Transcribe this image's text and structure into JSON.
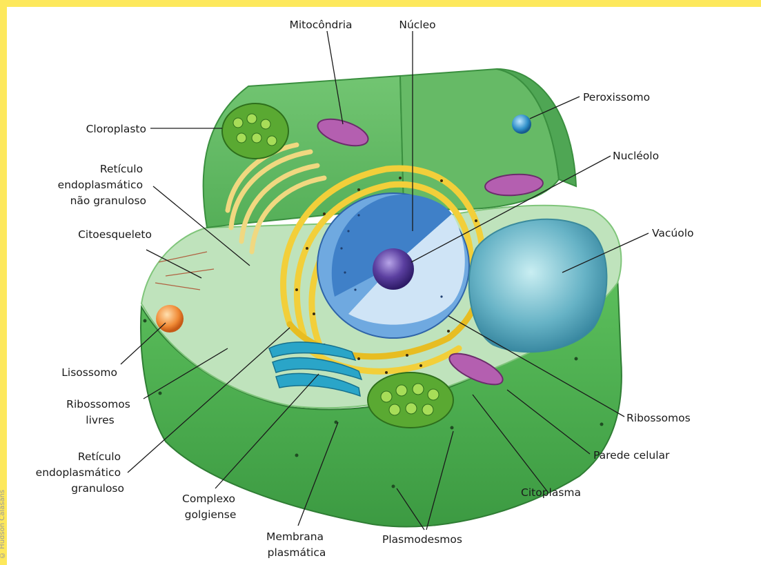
{
  "credit": "© Hudson Calasans",
  "labels": {
    "mitocondria": "Mitocôndria",
    "nucleo": "Núcleo",
    "peroxissomo": "Peroxissomo",
    "cloroplasto": "Cloroplasto",
    "nucleolo": "Nucléolo",
    "reticulo_ng": [
      "Retículo",
      "endoplasmático",
      "não granuloso"
    ],
    "citoesqueleto": "Citoesqueleto",
    "vacuolo": "Vacúolo",
    "lisossomo": "Lisossomo",
    "ribossomos_livres": [
      "Ribossomos",
      "livres"
    ],
    "ribossomos": "Ribossomos",
    "reticulo_g": [
      "Retículo",
      "endoplasmático",
      "granuloso"
    ],
    "parede_celular": "Parede celular",
    "complexo_golgiense": [
      "Complexo",
      "golgiense"
    ],
    "citoplasma": "Citoplasma",
    "membrana_plasmatica": [
      "Membrana",
      "plasmática"
    ],
    "plasmodesmos": "Plasmodesmos"
  },
  "colors": {
    "frame": "#fde85c",
    "wall": "#4fae4f",
    "cytoplasm": "#bfe3bc",
    "er_rough": "#f2cf3a",
    "er_smooth": "#f0d880",
    "nucleus": "#3f80c8",
    "nucleolus": "#5b3fa0",
    "vacuole": "#67b3c6",
    "mitochondria": "#b45fb0",
    "chloroplast": "#5aa932",
    "golgi": "#2aa5c8",
    "lysosome": "#f08a35",
    "peroxisome": "#2e8ec8"
  }
}
